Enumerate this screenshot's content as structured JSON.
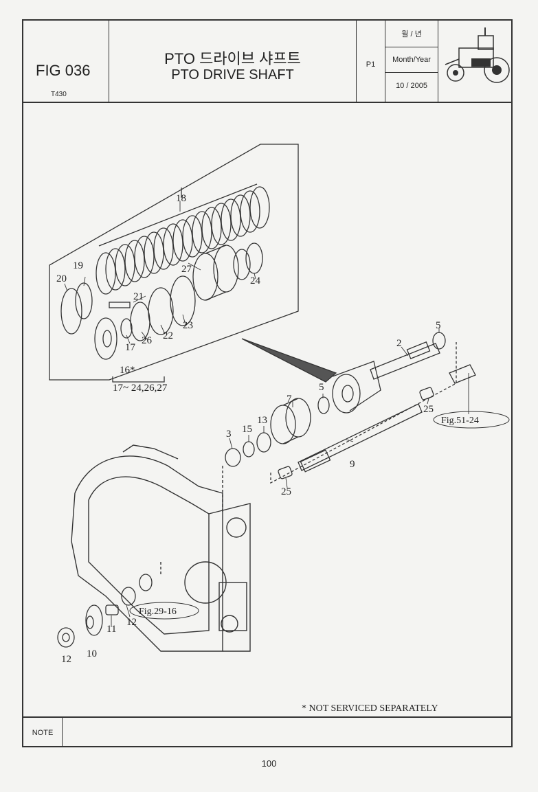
{
  "header": {
    "fig_no": "FIG 036",
    "model": "T430",
    "title_ko": "PTO 드라이브 샤프트",
    "title_en": "PTO DRIVE SHAFT",
    "page_code": "P1",
    "date_label_ko": "월 / 년",
    "date_label_en": "Month/Year",
    "date_value": "10 / 2005"
  },
  "callouts": {
    "c2": "2",
    "c3": "3",
    "c5a": "5",
    "c5b": "5",
    "c7": "7",
    "c9": "9",
    "c10": "10",
    "c11": "11",
    "c12a": "12",
    "c12b": "12",
    "c13": "13",
    "c15": "15",
    "c16": "16*",
    "c16sub": "17~ 24,26,27",
    "c17": "17",
    "c18": "18",
    "c19": "19",
    "c20": "20",
    "c21": "21",
    "c22": "22",
    "c23": "23",
    "c24": "24",
    "c25a": "25",
    "c25b": "25",
    "c26": "26",
    "c27": "27"
  },
  "refs": {
    "fig51": "Fig.51-24",
    "fig29": "Fig.29-16"
  },
  "footnote": "* NOT SERVICED SEPARATELY",
  "note_label": "NOTE",
  "page_number": "100"
}
